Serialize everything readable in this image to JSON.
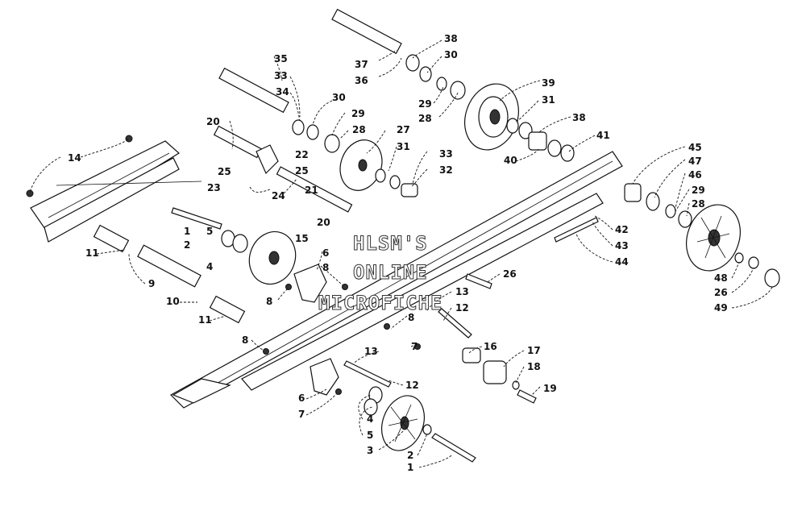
{
  "watermark": {
    "line1": "HLSM'S",
    "line2": "ONLINE",
    "line3": "MICROFICHE"
  },
  "callouts": [
    "1",
    "2",
    "5",
    "4",
    "15",
    "6",
    "8",
    "8",
    "9",
    "10",
    "11",
    "11",
    "14",
    "20",
    "25",
    "23",
    "24",
    "21",
    "20",
    "22",
    "25",
    "35",
    "33",
    "34",
    "30",
    "29",
    "28",
    "27",
    "31",
    "33",
    "32",
    "37",
    "36",
    "38",
    "30",
    "29",
    "28",
    "39",
    "31",
    "38",
    "40",
    "41",
    "45",
    "47",
    "46",
    "29",
    "28",
    "42",
    "43",
    "44",
    "48",
    "26",
    "49",
    "26",
    "13",
    "12",
    "8",
    "16",
    "17",
    "18",
    "19",
    "13",
    "12",
    "7",
    "6",
    "7",
    "8",
    "4",
    "5",
    "3",
    "2",
    "1"
  ],
  "colors": {
    "ink": "#111111",
    "paper": "#ffffff",
    "shade": "#333333"
  }
}
